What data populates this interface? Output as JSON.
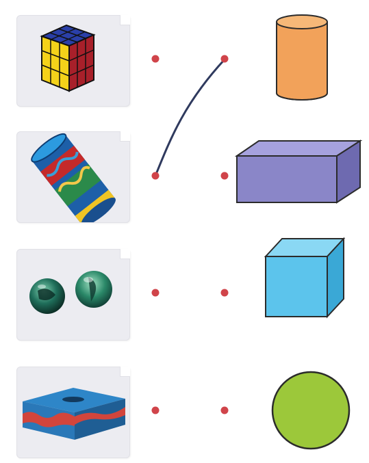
{
  "rows": [
    {
      "object": "rubiks-cube",
      "shape": "cylinder"
    },
    {
      "object": "cylindrical-can",
      "shape": "rectangular-prism"
    },
    {
      "object": "marbles",
      "shape": "cube"
    },
    {
      "object": "tissue-box",
      "shape": "circle"
    }
  ],
  "colors": {
    "dot": "#d0444a",
    "line": "#2f3a5e",
    "cylinder": "#f2a25a",
    "prism": "#8a86c8",
    "cube": "#5cc4ec",
    "circle": "#9cc83a",
    "card": "#ececf1"
  },
  "connections": [
    {
      "from_object": "cylindrical-can",
      "to_shape": "cylinder"
    }
  ]
}
